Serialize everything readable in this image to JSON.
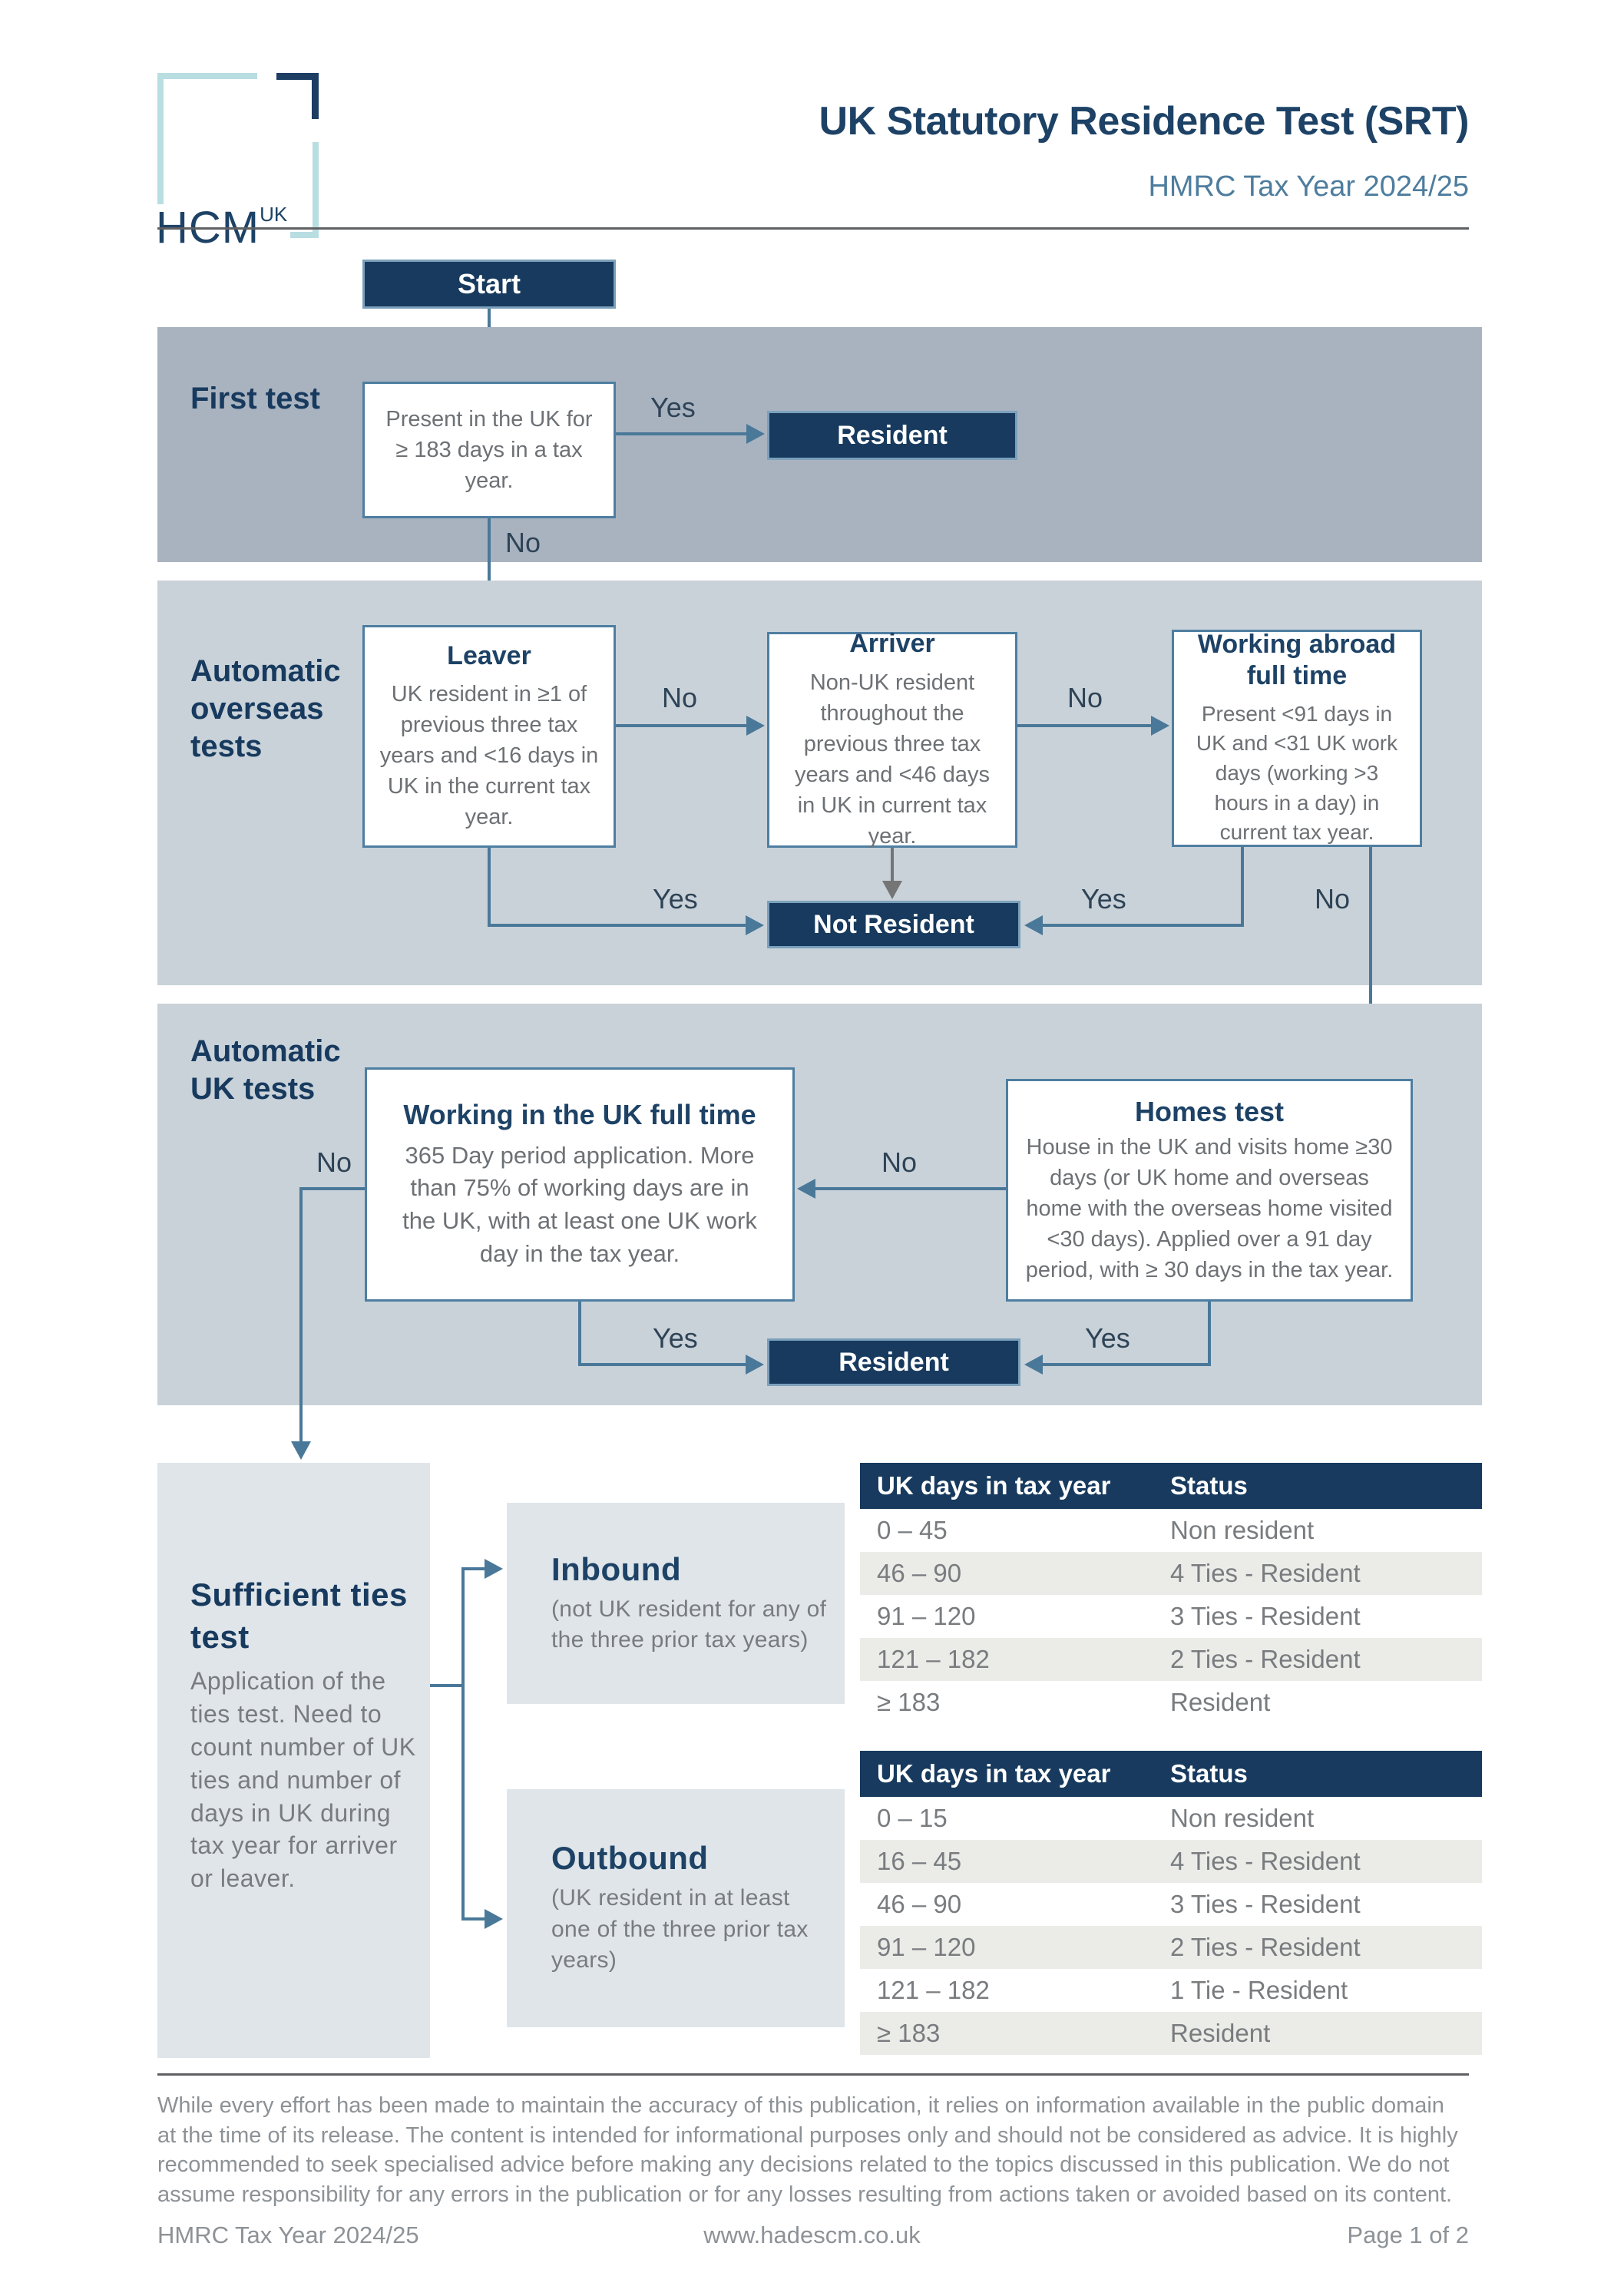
{
  "header": {
    "logo_text": "HCM",
    "logo_sup": "UK",
    "title": "UK Statutory Residence Test (SRT)",
    "subtitle": "HMRC Tax Year 2024/25"
  },
  "flow": {
    "start_label": "Start",
    "labels": {
      "yes": "Yes",
      "no": "No"
    },
    "first_test": {
      "section_label": "First test",
      "test_box": "Present in the UK for ≥ 183 days in a tax year.",
      "resident_label": "Resident"
    },
    "overseas": {
      "section_label": "Automatic overseas tests",
      "leaver_title": "Leaver",
      "leaver_body": "UK resident in ≥1 of previous three tax years and <16 days in UK in the current tax year.",
      "arriver_title": "Arriver",
      "arriver_body": "Non-UK resident throughout the previous three tax years and <46 days in UK in current tax year.",
      "working_abroad_title": "Working abroad full time",
      "working_abroad_body": "Present <91 days in UK and <31 UK work days (working >3 hours in a day) in current tax year.",
      "not_resident_label": "Not Resident"
    },
    "uk_tests": {
      "section_label": "Automatic UK tests",
      "working_uk_title": "Working in the UK full time",
      "working_uk_body": "365 Day period application. More than 75% of working days are in the UK, with at least one UK work day in the tax year.",
      "homes_title": "Homes test",
      "homes_body": "House in the UK and visits home ≥30 days (or UK home and overseas home with the overseas home visited <30 days). Applied over a 91 day period, with ≥ 30 days in the tax year.",
      "resident_label": "Resident"
    },
    "ties": {
      "section_label": "Sufficient ties test",
      "section_body": "Application of the ties test. Need to count number of UK ties and number of days in UK during tax year for arriver or leaver.",
      "inbound_title": "Inbound",
      "inbound_body": "(not UK resident for any of the three prior tax years)",
      "outbound_title": "Outbound",
      "outbound_body": "(UK resident in at least one of the three prior tax years)"
    }
  },
  "tables": {
    "inbound": {
      "headers": [
        "UK days in tax year",
        "Status"
      ],
      "rows": [
        [
          "0 – 45",
          "Non resident"
        ],
        [
          "46 – 90",
          "4 Ties - Resident"
        ],
        [
          "91 – 120",
          "3 Ties - Resident"
        ],
        [
          "121 – 182",
          "2 Ties - Resident"
        ],
        [
          "≥ 183",
          "Resident"
        ]
      ]
    },
    "outbound": {
      "headers": [
        "UK days in tax year",
        "Status"
      ],
      "rows": [
        [
          "0 – 15",
          "Non resident"
        ],
        [
          "16 – 45",
          "4 Ties - Resident"
        ],
        [
          "46 – 90",
          "3 Ties - Resident"
        ],
        [
          "91 – 120",
          "2 Ties - Resident"
        ],
        [
          "121 – 182",
          "1 Tie - Resident"
        ],
        [
          "≥ 183",
          "Resident"
        ]
      ]
    }
  },
  "footer": {
    "disclaimer": "While every effort has been made to maintain the accuracy of this publication, it relies on information available in the public domain at the time of its release. The content is intended for informational purposes only and should not be considered as advice. It is highly recommended to seek specialised advice before making any decisions related to the topics discussed in this publication. We do not assume responsibility for any errors in the publication or for any losses resulting from actions taken or avoided based on its content.",
    "left": "HMRC Tax Year 2024/25",
    "center": "www.hadescm.co.uk",
    "right": "Page 1 of 2"
  },
  "colors": {
    "navy": "#173a5e",
    "steel_arrow": "#4a7899",
    "band_first_test": "#a9b3c0",
    "band_auto_tests": "#c9d2d9",
    "ties_panel": "#dfe5e9",
    "table_stripe": "#ebebe8",
    "subtitle_blue": "#4e7d9e",
    "logo_teal": "#b9dee2"
  }
}
